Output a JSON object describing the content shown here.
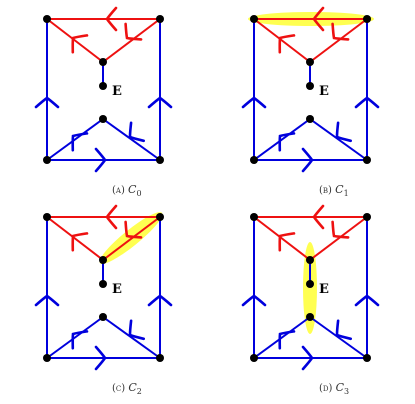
{
  "colors": {
    "red": "#ee1111",
    "blue": "#0000dd",
    "highlight": "#ffff33",
    "vertex": "#000000"
  },
  "vertex_label": "E",
  "panels": [
    {
      "id": "c0",
      "caption_prefix": "(a)",
      "caption_name": "C",
      "caption_sub": "0",
      "highlight": "none"
    },
    {
      "id": "c1",
      "caption_prefix": "(b)",
      "caption_name": "C",
      "caption_sub": "1",
      "highlight": "top-edge"
    },
    {
      "id": "c2",
      "caption_prefix": "(c)",
      "caption_name": "C",
      "caption_sub": "2",
      "highlight": "right-diagonal"
    },
    {
      "id": "c3",
      "caption_prefix": "(d)",
      "caption_name": "C",
      "caption_sub": "3",
      "highlight": "center-edge"
    }
  ]
}
